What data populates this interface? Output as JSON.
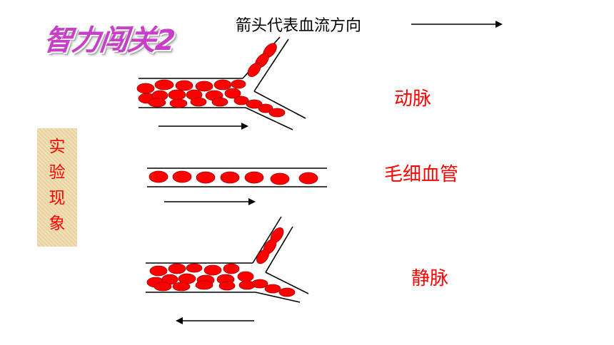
{
  "title": "智力闯关2",
  "legend": {
    "text": "箭头代表血流方向"
  },
  "labels": {
    "artery": "动脉",
    "capillary": "毛细血管",
    "vein": "静脉"
  },
  "phenomenon": {
    "chars": [
      "实",
      "验",
      "现",
      "象"
    ]
  },
  "colors": {
    "title": "#c93ec9",
    "label": "#ff0000",
    "cell": "#ff0000",
    "box": "#efd9a6"
  }
}
